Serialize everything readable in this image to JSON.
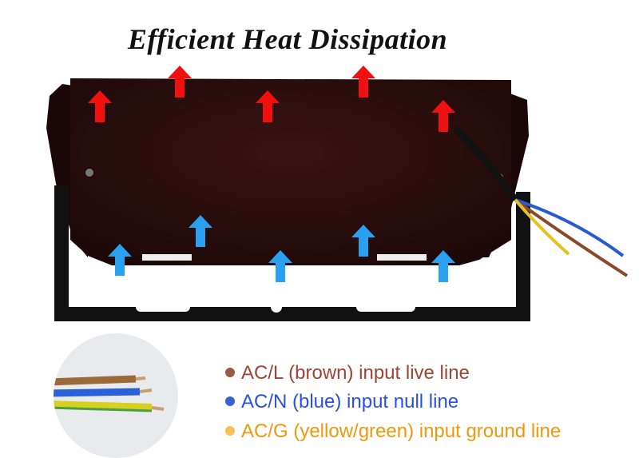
{
  "title": "Efficient Heat Dissipation",
  "legend": [
    {
      "text": "AC/L (brown) input live line",
      "color": "#9a4535",
      "dot": "#9a5a4a"
    },
    {
      "text": "AC/N (blue) input null line",
      "color": "#2a50e0",
      "dot": "#3a62d0"
    },
    {
      "text": "AC/G (yellow/green) input ground line",
      "color": "#f0980c",
      "dot": "#f8c050"
    }
  ],
  "colors": {
    "heat_arrow": "#f01010",
    "cool_arrow": "#2aa0f0",
    "panel": "#2a0d0d",
    "bracket": "#111111"
  }
}
